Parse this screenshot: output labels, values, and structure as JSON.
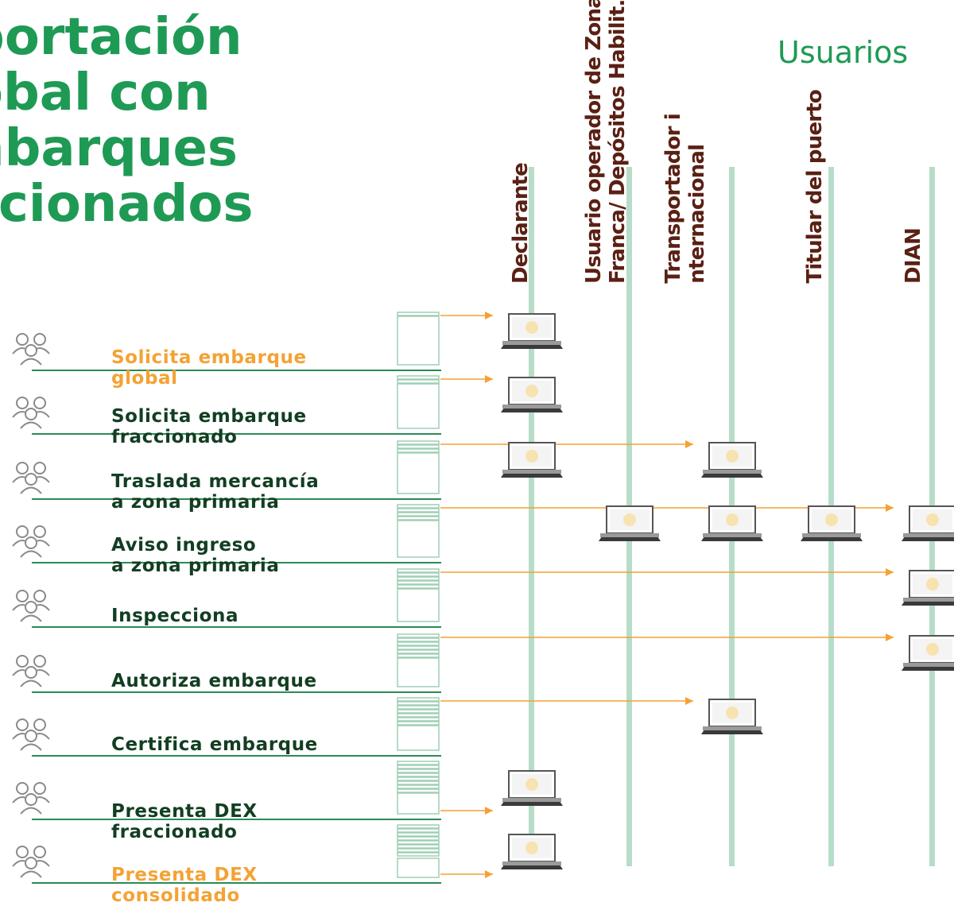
{
  "title_lines": [
    "portación",
    "obal con",
    "nbarques",
    "ccionados"
  ],
  "users_label": "Usuarios",
  "actors": [
    {
      "name": "Declarante",
      "lines": [
        "Declarante"
      ]
    },
    {
      "name": "Usuario operador de Zona Franca/ Depósitos Habilit.",
      "lines": [
        "Usuario operador de Zona",
        "Franca/ Depósitos Habilit."
      ]
    },
    {
      "name": "Transportador i nternacional",
      "lines": [
        "Transportador i",
        "nternacional"
      ]
    },
    {
      "name": "Titular del puerto",
      "lines": [
        "Titular del puerto"
      ]
    },
    {
      "name": "DIAN",
      "lines": [
        "DIAN"
      ]
    }
  ],
  "steps": [
    {
      "lines": [
        "Solicita embarque",
        "global"
      ],
      "highlight": "orange",
      "target_actors": [
        0
      ]
    },
    {
      "lines": [
        "Solicita embarque",
        "fraccionado"
      ],
      "highlight": "dark",
      "target_actors": [
        0
      ]
    },
    {
      "lines": [
        "Traslada mercancía",
        "a zona primaria"
      ],
      "highlight": "dark",
      "target_actors": [
        0,
        2
      ]
    },
    {
      "lines": [
        "Aviso ingreso",
        "a zona primaria"
      ],
      "highlight": "dark",
      "target_actors": [
        1,
        2,
        3,
        4
      ]
    },
    {
      "lines": [
        "Inspecciona"
      ],
      "highlight": "dark",
      "target_actors": [
        4
      ]
    },
    {
      "lines": [
        "Autoriza embarque"
      ],
      "highlight": "dark",
      "target_actors": [
        4
      ]
    },
    {
      "lines": [
        "Certifica embarque"
      ],
      "highlight": "dark",
      "target_actors": [
        2
      ]
    },
    {
      "lines": [
        "Presenta DEX",
        "fraccionado"
      ],
      "highlight": "dark",
      "target_actors": [
        0
      ]
    },
    {
      "lines": [
        "Presenta DEX",
        "consolidado"
      ],
      "highlight": "orange",
      "target_actors": [
        0
      ]
    }
  ],
  "colors": {
    "title_green": "#1e9a55",
    "actor_brown": "#5a2014",
    "lifeline_green": "#b7ddc9",
    "step_text_dark": "#123e22",
    "step_text_orange": "#f4a234",
    "arrow_orange": "#f4a234"
  }
}
